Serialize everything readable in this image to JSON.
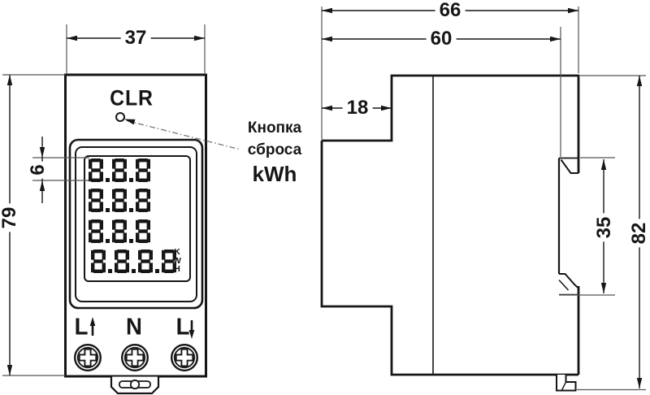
{
  "front_view": {
    "clr_label": "CLR",
    "reset_callout": {
      "line1": "Кнопка",
      "line2": "сброса",
      "line3": "kWh"
    },
    "lcd": {
      "rows": [
        "8.8.8",
        "8.8.8",
        "8.8.8",
        "8.8.8.8"
      ],
      "unit_letters": [
        "K",
        "W",
        "H"
      ]
    },
    "terminals": {
      "left": "L",
      "neutral": "N",
      "right": "L"
    },
    "terminal_arrow_icons": [
      "up-arrow",
      "down-arrow"
    ],
    "dimensions": {
      "width_mm": "37",
      "height_mm": "79",
      "digit_height_mm": "6"
    }
  },
  "side_view": {
    "dimensions": {
      "total_depth_mm": "66",
      "body_depth_mm": "60",
      "front_section_mm": "18",
      "rail_recess_mm": "35",
      "total_height_mm": "82"
    }
  }
}
